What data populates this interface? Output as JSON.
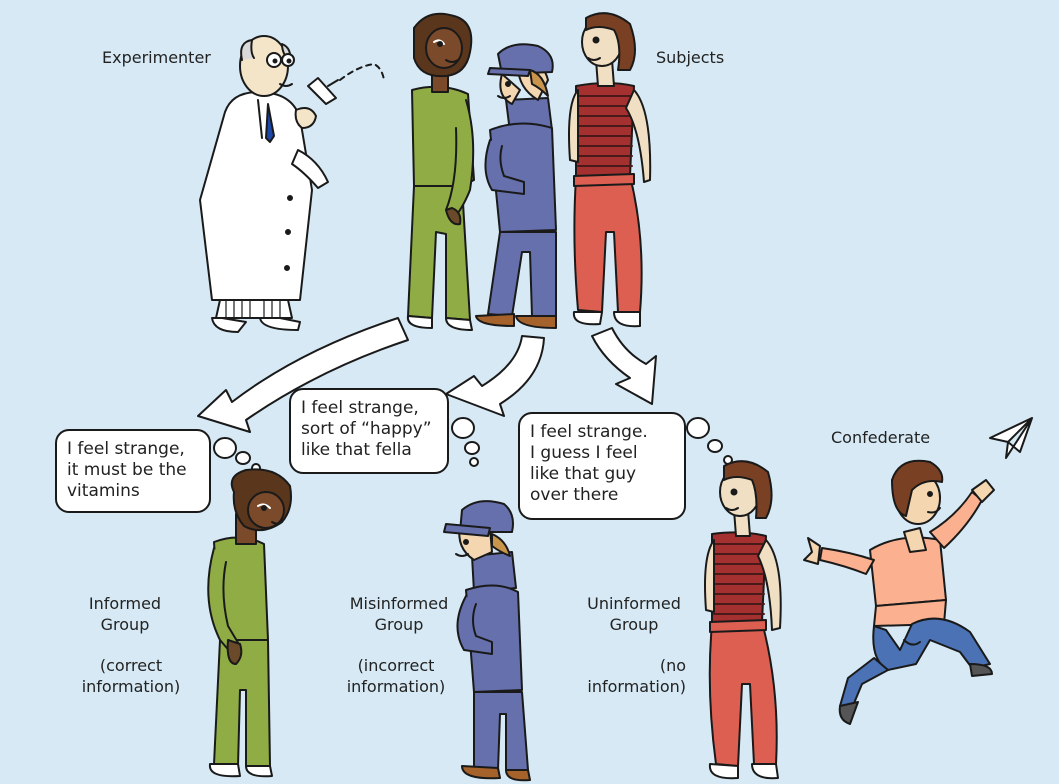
{
  "labels": {
    "experimenter": "Experimenter",
    "subjects": "Subjects",
    "confederate": "Confederate"
  },
  "bubbles": {
    "informed": "I feel strange,\nit must be the\nvitamins",
    "misinformed": "I feel strange,\nsort of “happy”\nlike that fella",
    "uninformed": "I feel strange.\nI guess I feel\nlike that guy\nover there"
  },
  "groups": {
    "informed": {
      "name": "Informed\nGroup",
      "note": "(correct\ninformation)"
    },
    "misinformed": {
      "name": "Misinformed\nGroup",
      "note": "(incorrect\ninformation)"
    },
    "uninformed": {
      "name": "Uninformed\nGroup",
      "note": "(no\ninformation)"
    }
  },
  "colors": {
    "background": "#d6e9f4",
    "green_outfit": "#8fad44",
    "blue_outfit": "#6670ad",
    "red_pants": "#dd5f52",
    "peach_shirt": "#fbb08f",
    "jeans": "#4a72b5"
  }
}
